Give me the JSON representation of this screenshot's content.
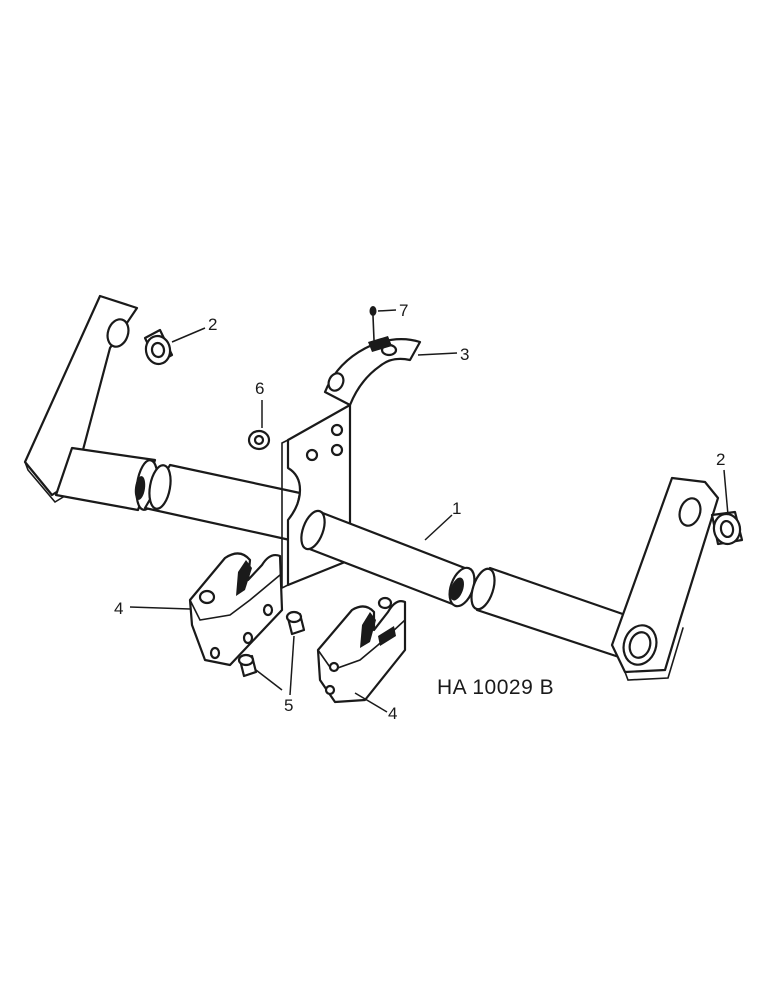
{
  "callouts": [
    {
      "id": "c1",
      "label": "1"
    },
    {
      "id": "c2a",
      "label": "2"
    },
    {
      "id": "c2b",
      "label": "2"
    },
    {
      "id": "c3",
      "label": "3"
    },
    {
      "id": "c4a",
      "label": "4"
    },
    {
      "id": "c4b",
      "label": "4"
    },
    {
      "id": "c5",
      "label": "5"
    },
    {
      "id": "c6",
      "label": "6"
    },
    {
      "id": "c7",
      "label": "7"
    }
  ],
  "drawing_id": "HA 10029 B",
  "colors": {
    "ink": "#1a1a1a",
    "paper": "#ffffff"
  }
}
